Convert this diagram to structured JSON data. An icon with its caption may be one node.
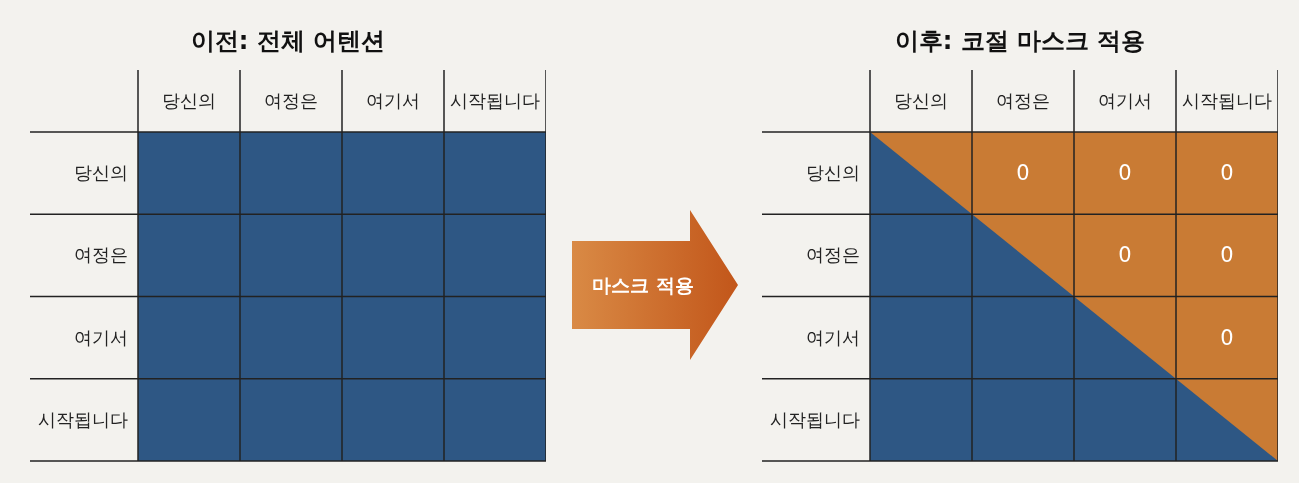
{
  "diagram": {
    "nodes": [
      {
        "text": [
          "이전: 전체 어텐션"
        ]
      },
      {
        "text": [
          "이후: 코절 마스크 적용"
        ]
      }
    ],
    "edges": [
      {
        "from": 0,
        "to": 1,
        "arrow": "to",
        "label": "마스크 적용"
      }
    ],
    "labels": [
      "당신의",
      "여정은",
      "여기서",
      "시작됩니다",
      "당신의",
      "여정은",
      "여기서",
      "시작됩니다",
      "당신의",
      "여정은",
      "여기서",
      "시작됩니다",
      "당신의",
      "0",
      "0",
      "0",
      "여정은",
      "0",
      "0",
      "여기서",
      "0",
      "시작됩니다"
    ]
  }
}
